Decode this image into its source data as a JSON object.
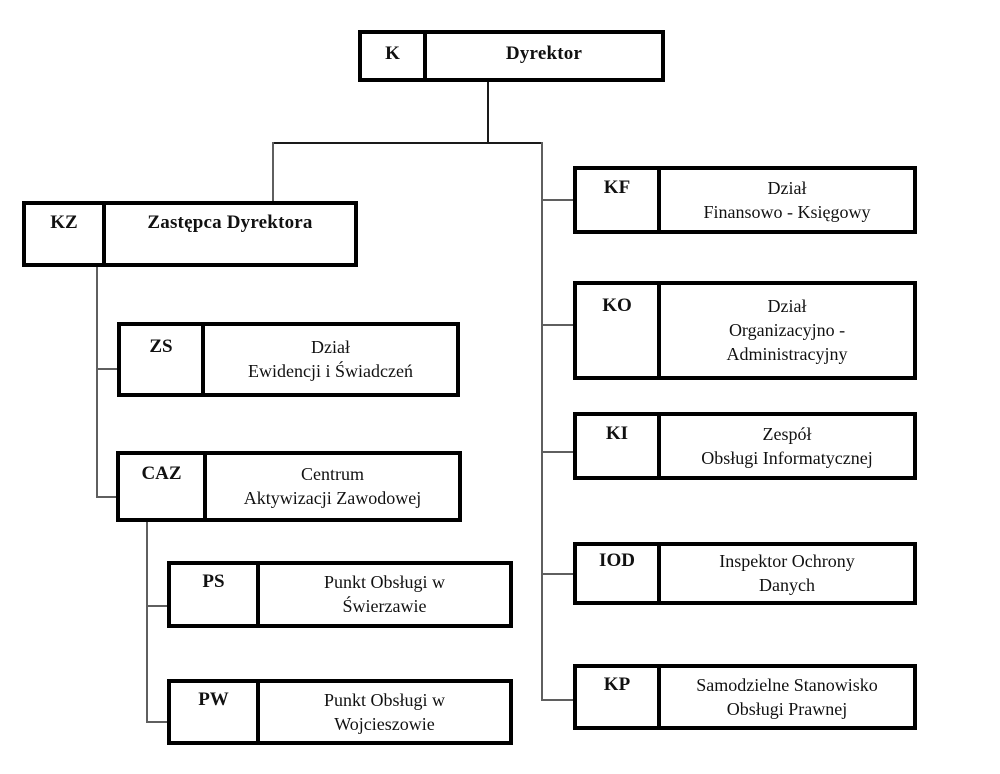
{
  "chart_type": "org-chart",
  "colors": {
    "background": "#ffffff",
    "box_border": "#000000",
    "text": "#111111",
    "connector": "#5f5f5f",
    "connector_dark": "#1a1a1a"
  },
  "nodes": [
    {
      "id": "K",
      "code": "K",
      "label": "Dyrektor"
    },
    {
      "id": "KZ",
      "code": "KZ",
      "label": "Zastępca Dyrektora"
    },
    {
      "id": "ZS",
      "code": "ZS",
      "label": "Dział\nEwidencji i Świadczeń"
    },
    {
      "id": "CAZ",
      "code": "CAZ",
      "label": "Centrum\nAktywizacji Zawodowej"
    },
    {
      "id": "PS",
      "code": "PS",
      "label": "Punkt Obsługi w\nŚwierzawie"
    },
    {
      "id": "PW",
      "code": "PW",
      "label": "Punkt Obsługi w\nWojcieszowie"
    },
    {
      "id": "KF",
      "code": "KF",
      "label": "Dział\nFinansowo - Księgowy"
    },
    {
      "id": "KO",
      "code": "KO",
      "label": "Dział\nOrganizacyjno -\nAdministracyjny"
    },
    {
      "id": "KI",
      "code": "KI",
      "label": "Zespół\nObsługi Informatycznej"
    },
    {
      "id": "IOD",
      "code": "IOD",
      "label": "Inspektor Ochrony\nDanych"
    },
    {
      "id": "KP",
      "code": "KP",
      "label": "Samodzielne Stanowisko\nObsługi Prawnej"
    }
  ],
  "edges": [
    [
      "K",
      "KZ"
    ],
    [
      "K",
      "KF"
    ],
    [
      "K",
      "KO"
    ],
    [
      "K",
      "KI"
    ],
    [
      "K",
      "IOD"
    ],
    [
      "K",
      "KP"
    ],
    [
      "KZ",
      "ZS"
    ],
    [
      "KZ",
      "CAZ"
    ],
    [
      "CAZ",
      "PS"
    ],
    [
      "CAZ",
      "PW"
    ]
  ]
}
